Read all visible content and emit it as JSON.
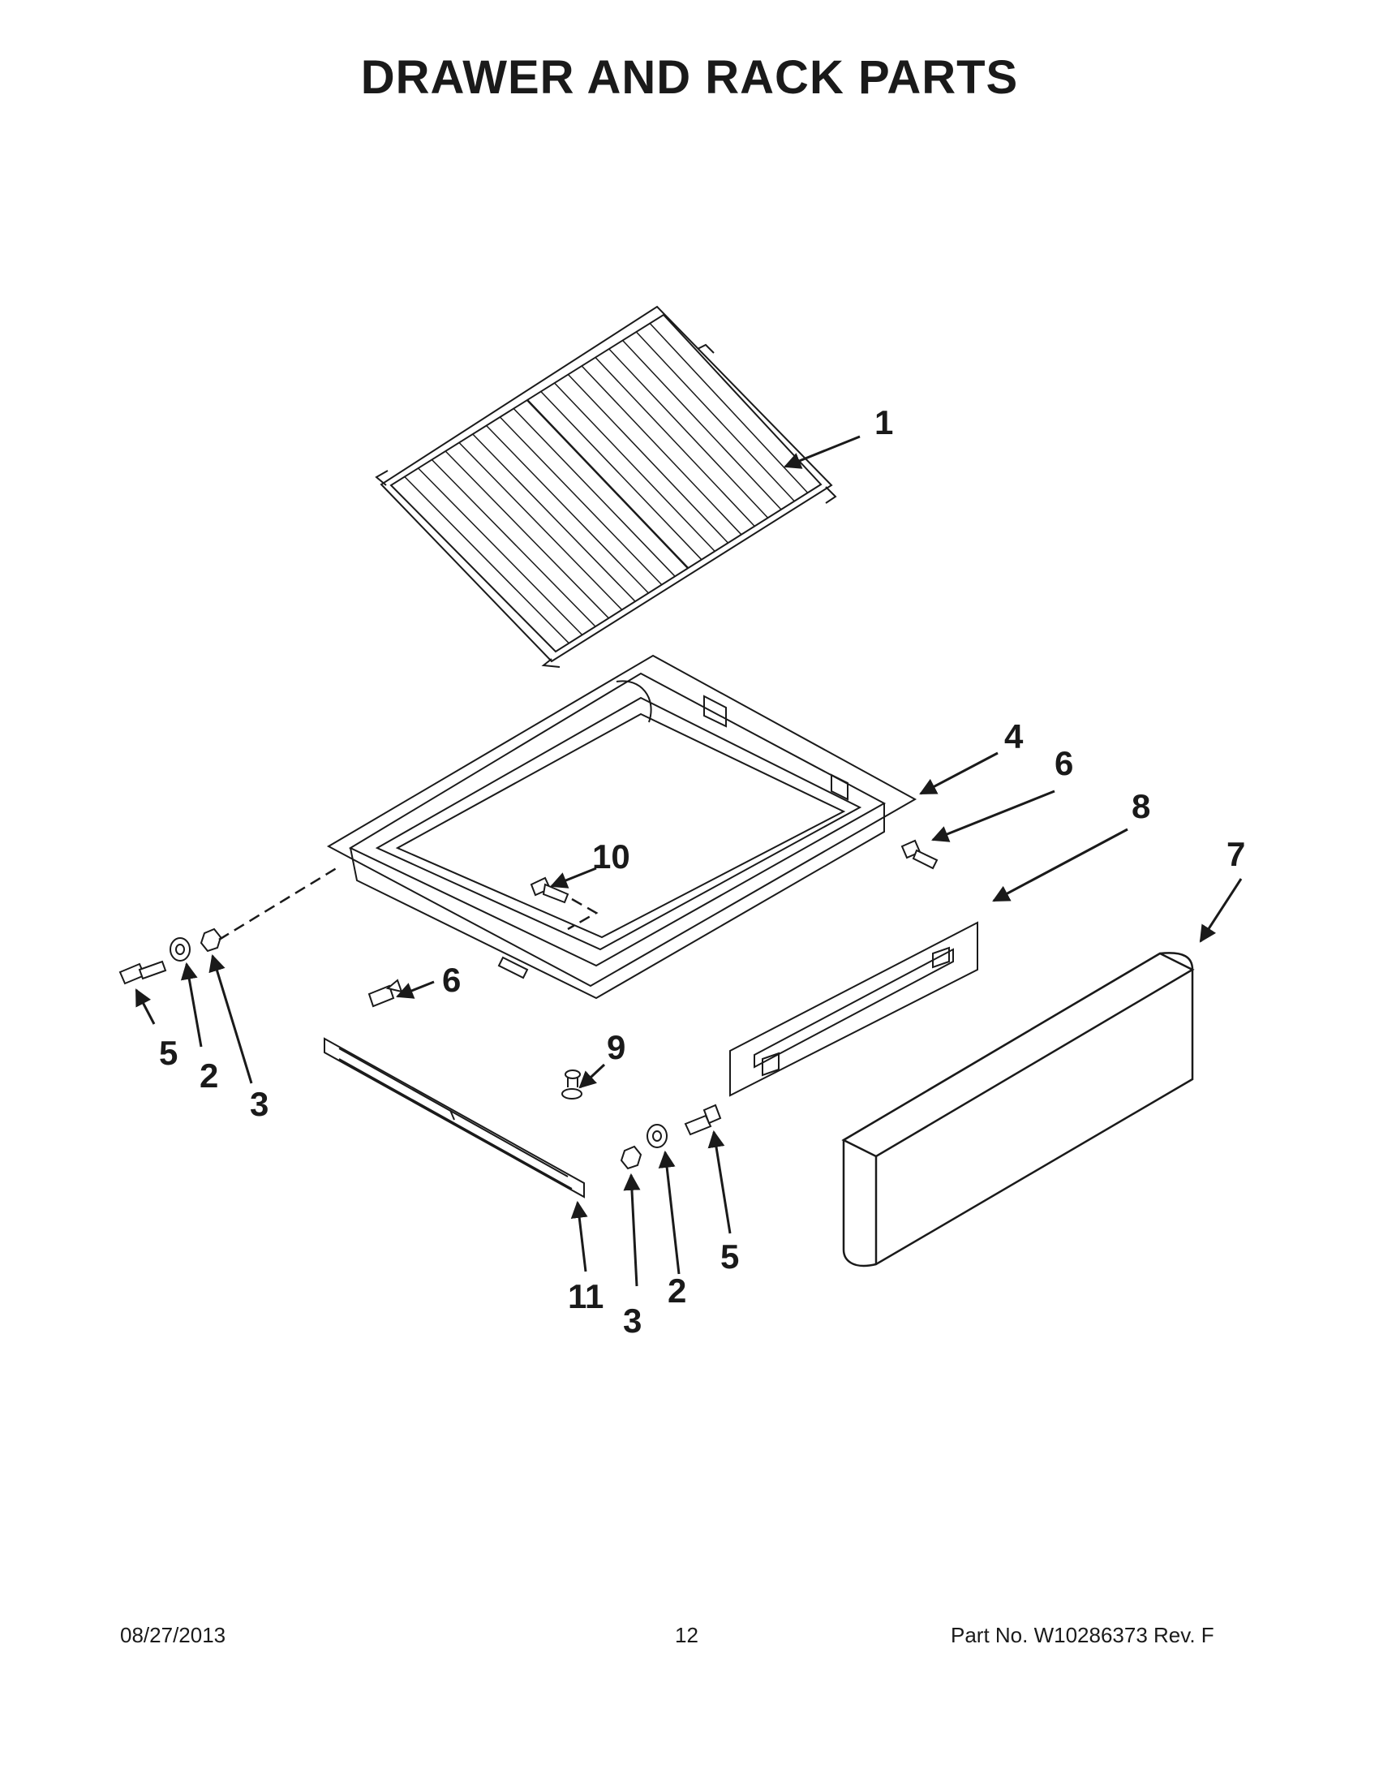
{
  "title": "DRAWER AND RACK PARTS",
  "callouts": [
    {
      "id": "c1",
      "label": "1"
    },
    {
      "id": "c4",
      "label": "4"
    },
    {
      "id": "c6a",
      "label": "6"
    },
    {
      "id": "c8",
      "label": "8"
    },
    {
      "id": "c7",
      "label": "7"
    },
    {
      "id": "c10",
      "label": "10"
    },
    {
      "id": "c6b",
      "label": "6"
    },
    {
      "id": "c9",
      "label": "9"
    },
    {
      "id": "c5a",
      "label": "5"
    },
    {
      "id": "c2a",
      "label": "2"
    },
    {
      "id": "c3a",
      "label": "3"
    },
    {
      "id": "c11",
      "label": "11"
    },
    {
      "id": "c3b",
      "label": "3"
    },
    {
      "id": "c2b",
      "label": "2"
    },
    {
      "id": "c5b",
      "label": "5"
    }
  ],
  "footer": {
    "date": "08/27/2013",
    "page": "12",
    "part_no": "Part No.  W10286373  Rev.  F"
  }
}
